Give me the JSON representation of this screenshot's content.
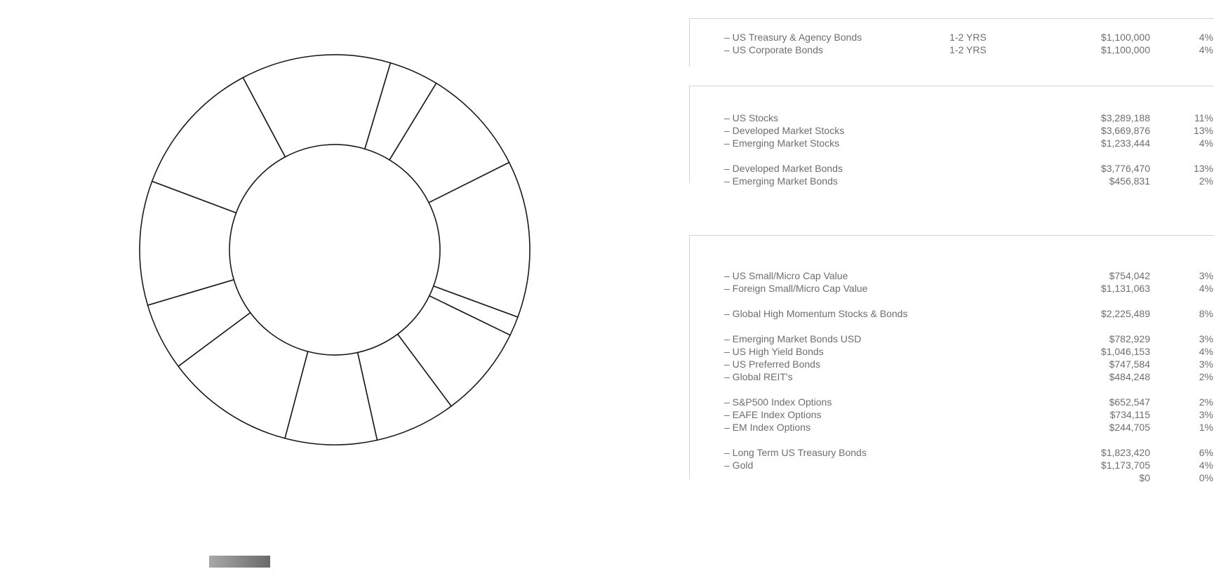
{
  "chart_data": {
    "type": "pie",
    "style": "donut",
    "stroke_color": "#1a1a1a",
    "fill_color": "#ffffff",
    "start_angle_deg": 16.6,
    "slices_percent": [
      4.1,
      8.9,
      13.0,
      1.6,
      7.6,
      6.7,
      7.6,
      10.7,
      5.6,
      10.3,
      11.5,
      12.4
    ]
  },
  "legend_swatch_colors": [
    "#a8a8a8",
    "#6a6a6a"
  ],
  "sections": [
    {
      "rows": [
        {
          "label": "– US Treasury & Agency Bonds",
          "term": "1-2 YRS",
          "amount": "$1,100,000",
          "percent": "4%"
        },
        {
          "label": "– US Corporate Bonds",
          "term": "1-2 YRS",
          "amount": "$1,100,000",
          "percent": "4%"
        }
      ]
    },
    {
      "rows": [
        {
          "label": "– US Stocks",
          "amount": "$3,289,188",
          "percent": "11%"
        },
        {
          "label": "– Developed Market Stocks",
          "amount": "$3,669,876",
          "percent": "13%"
        },
        {
          "label": "– Emerging Market Stocks",
          "amount": "$1,233,444",
          "percent": "4%"
        },
        {
          "label": "– Developed Market Bonds",
          "amount": "$3,776,470",
          "percent": "13%"
        },
        {
          "label": "– Emerging Market Bonds",
          "amount": "$456,831",
          "percent": "2%"
        }
      ]
    },
    {
      "rows": [
        {
          "label": "– US Small/Micro Cap Value",
          "amount": "$754,042",
          "percent": "3%"
        },
        {
          "label": "– Foreign Small/Micro Cap Value",
          "amount": "$1,131,063",
          "percent": "4%"
        },
        {
          "label": "– Global High Momentum Stocks & Bonds",
          "amount": "$2,225,489",
          "percent": "8%"
        },
        {
          "label": "– Emerging Market Bonds USD",
          "amount": "$782,929",
          "percent": "3%"
        },
        {
          "label": "– US High Yield Bonds",
          "amount": "$1,046,153",
          "percent": "4%"
        },
        {
          "label": "– US Preferred Bonds",
          "amount": "$747,584",
          "percent": "3%"
        },
        {
          "label": "– Global REIT's",
          "amount": "$484,248",
          "percent": "2%"
        },
        {
          "label": "– S&P500 Index Options",
          "amount": "$652,547",
          "percent": "2%"
        },
        {
          "label": "– EAFE Index Options",
          "amount": "$734,115",
          "percent": "3%"
        },
        {
          "label": "– EM Index Options",
          "amount": "$244,705",
          "percent": "1%"
        },
        {
          "label": "– Long Term US Treasury Bonds",
          "amount": "$1,823,420",
          "percent": "6%"
        },
        {
          "label": "– Gold",
          "amount": "$1,173,705",
          "percent": "4%"
        },
        {
          "label": "",
          "amount": "$0",
          "percent": "0%"
        }
      ]
    }
  ]
}
